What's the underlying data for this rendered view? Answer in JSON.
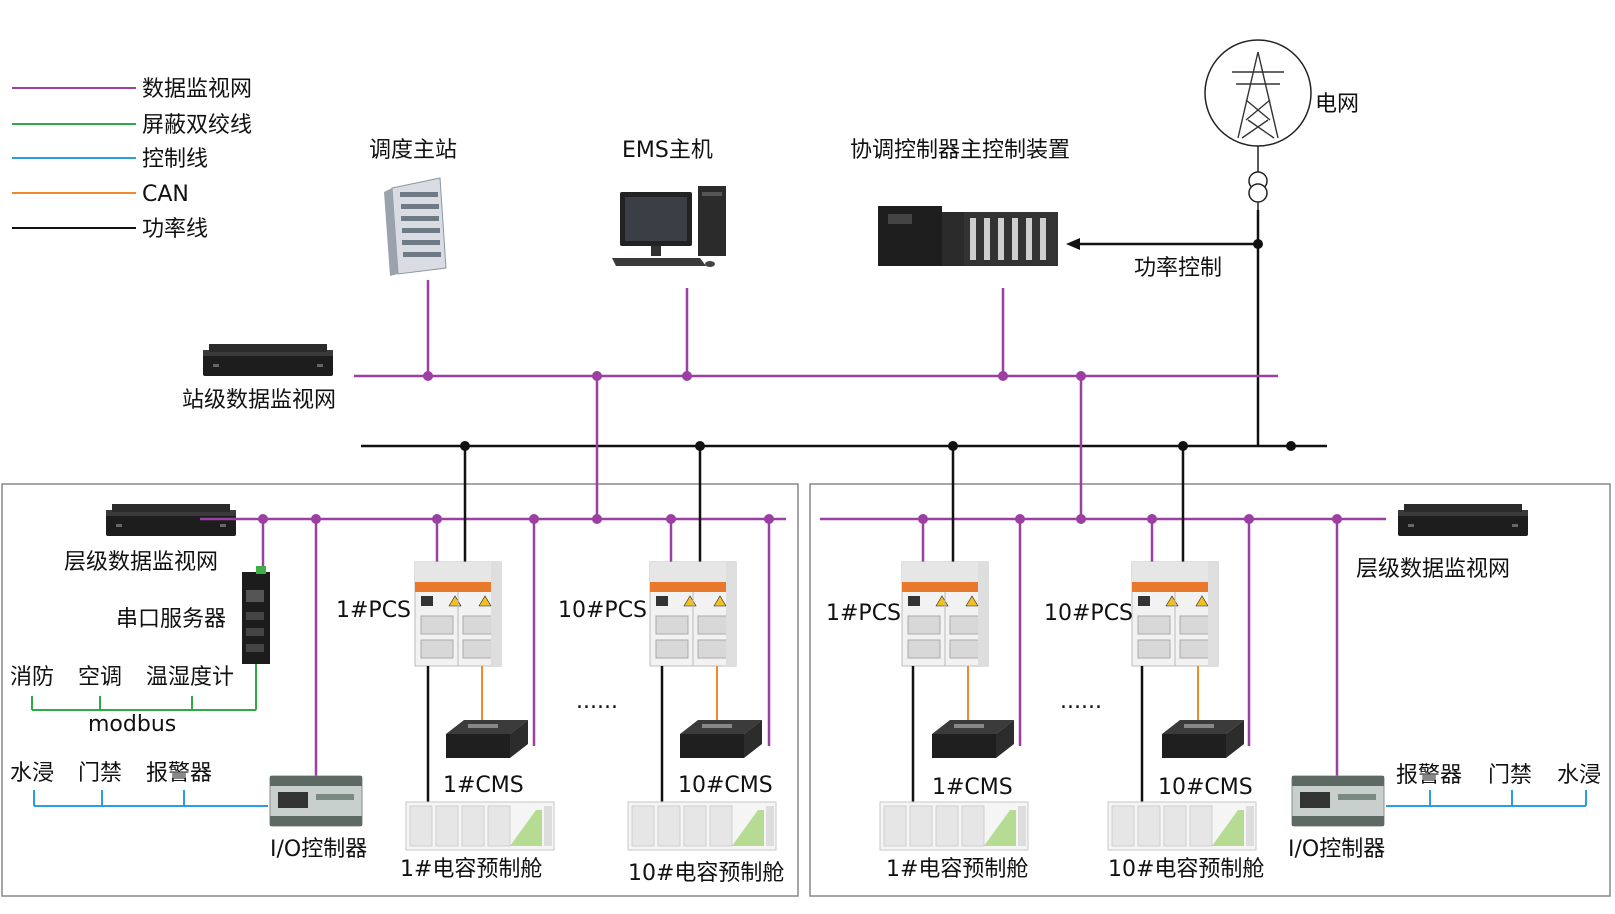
{
  "legend": {
    "items": [
      {
        "label": "数据监视网",
        "color": "#9b3fa3"
      },
      {
        "label": "屏蔽双绞线",
        "color": "#2eaa48"
      },
      {
        "label": "控制线",
        "color": "#2b9ee0"
      },
      {
        "label": "CAN",
        "color": "#f08a2e"
      },
      {
        "label": "功率线",
        "color": "#111111"
      }
    ]
  },
  "top": {
    "dispatch": "调度主站",
    "ems": "EMS主机",
    "coordinator": "协调控制器主控制装置",
    "grid": "电网",
    "power_control": "功率控制",
    "station_net": "站级数据监视网"
  },
  "left": {
    "layer_net": "层级数据监视网",
    "serial_server": "串口服务器",
    "fire": "消防",
    "ac": "空调",
    "temp_hum": "温湿度计",
    "modbus": "modbus",
    "flood": "水浸",
    "access": "门禁",
    "alarm": "报警器",
    "io": "I/O控制器",
    "pcs1": "1#PCS",
    "pcs10": "10#PCS",
    "cms1": "1#CMS",
    "cms10": "10#CMS",
    "cab1": "1#电容预制舱",
    "cab10": "10#电容预制舱",
    "dots": "......"
  },
  "right": {
    "layer_net": "层级数据监视网",
    "pcs1": "1#PCS",
    "pcs10": "10#PCS",
    "cms1": "1#CMS",
    "cms10": "10#CMS",
    "cab1": "1#电容预制舱",
    "cab10": "10#电容预制舱",
    "dots": "......",
    "alarm": "报警器",
    "access": "门禁",
    "flood": "水浸",
    "io": "I/O控制器"
  }
}
